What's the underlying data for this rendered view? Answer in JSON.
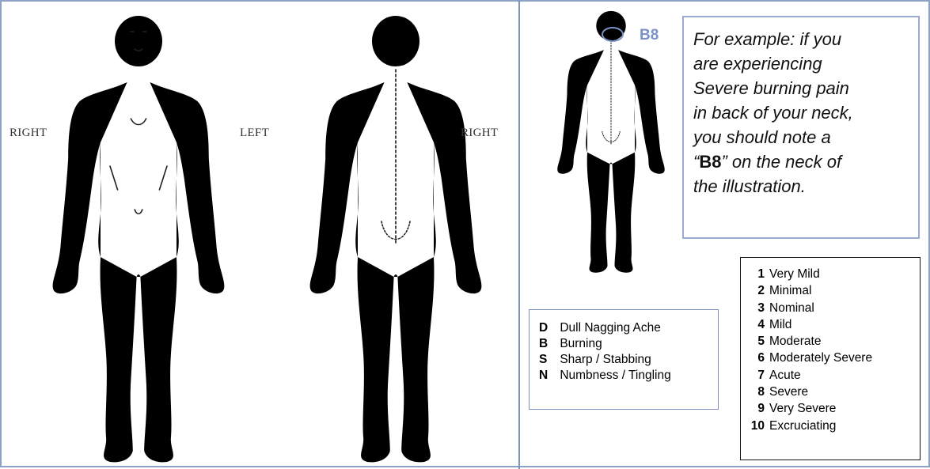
{
  "left_panel": {
    "front_view": {
      "left_label": "RIGHT"
    },
    "back_view": {
      "left_label": "LEFT",
      "right_label": "RIGHT"
    }
  },
  "example": {
    "marker_label": "B8",
    "line1": "For example: if you",
    "line2": "are experiencing",
    "line3": "Severe burning pain",
    "line4": "in back of your neck,",
    "line5": "you should note a",
    "line6_open_quote": "“",
    "line6_code": "B8",
    "line6_rest": "” on the neck of",
    "line7": "the illustration."
  },
  "pain_types": [
    {
      "code": "D",
      "label": "Dull Nagging Ache"
    },
    {
      "code": "B",
      "label": "Burning"
    },
    {
      "code": "S",
      "label": "Sharp / Stabbing"
    },
    {
      "code": "N",
      "label": "Numbness / Tingling"
    }
  ],
  "pain_scale": [
    {
      "num": "1",
      "label": "Very Mild"
    },
    {
      "num": "2",
      "label": "Minimal"
    },
    {
      "num": "3",
      "label": "Nominal"
    },
    {
      "num": "4",
      "label": "Mild"
    },
    {
      "num": "5",
      "label": "Moderate"
    },
    {
      "num": "6",
      "label": "Moderately Severe"
    },
    {
      "num": "7",
      "label": "Acute"
    },
    {
      "num": "8",
      "label": "Severe"
    },
    {
      "num": "9",
      "label": "Very Severe"
    },
    {
      "num": "10",
      "label": "Excruciating"
    }
  ],
  "colors": {
    "frame": "#8ea2c6",
    "accent": "#7b92c6"
  }
}
